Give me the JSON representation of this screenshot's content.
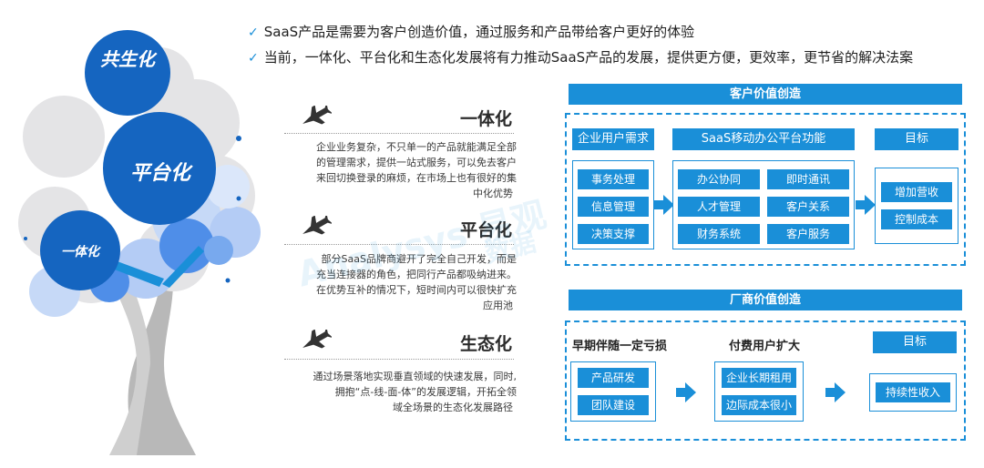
{
  "bullets": [
    "SaaS产品是需要为客户创造价值，通过服务和产品带给客户更好的体验",
    "当前，一体化、平台化和生态化发展将有力推动SaaS产品的发展，提供更方便，更效率，更节省的解决法案"
  ],
  "tree": {
    "labels": [
      "共生化",
      "平台化",
      "一体化"
    ],
    "colors": {
      "dark": "#1565c0",
      "mid": "#4f8ee8",
      "light": "#c6d9f7",
      "gray": "#e4e4e6",
      "trunk": "#b8b8b8"
    }
  },
  "pillars": [
    {
      "title": "一体化",
      "desc": [
        "企业业务复杂，不只单一的产品就能满足全部",
        "的管理需求，提供一站式服务，可以免去客户",
        "来回切换登录的麻烦，在市场上也有很好的集",
        "中化优势"
      ]
    },
    {
      "title": "平台化",
      "desc": [
        "部分SaaS品牌商避开了完全自己开发，而是",
        "充当连接器的角色，把同行产品都吸纳进来。",
        "在优势互补的情况下，短时间内可以很快扩充",
        "应用池"
      ]
    },
    {
      "title": "生态化",
      "desc": [
        "通过场景落地实现垂直领域的快速发展，同时,",
        "拥抱“点-线-面-体”的发展逻辑，开拓全领",
        "域全场景的生态化发展路径"
      ]
    }
  ],
  "customer": {
    "band": "客户价值创造",
    "headers": [
      "企业用户需求",
      "SaaS移动办公平台功能",
      "目标"
    ],
    "needs": [
      "事务处理",
      "信息管理",
      "决策支撑"
    ],
    "functions": [
      "办公协同",
      "即时通讯",
      "人才管理",
      "客户关系",
      "财务系统",
      "客户服务"
    ],
    "goals": [
      "增加营收",
      "控制成本"
    ]
  },
  "vendor": {
    "band": "厂商价值创造",
    "headers": [
      "早期伴随一定亏损",
      "付费用户扩大",
      "目标"
    ],
    "early": [
      "产品研发",
      "团队建设"
    ],
    "expand": [
      "企业长期租用",
      "边际成本很小"
    ],
    "goal": [
      "持续性收入"
    ]
  },
  "watermark": [
    "Analysys 易观",
    "数据"
  ],
  "colors": {
    "accent": "#1a8fd8"
  }
}
